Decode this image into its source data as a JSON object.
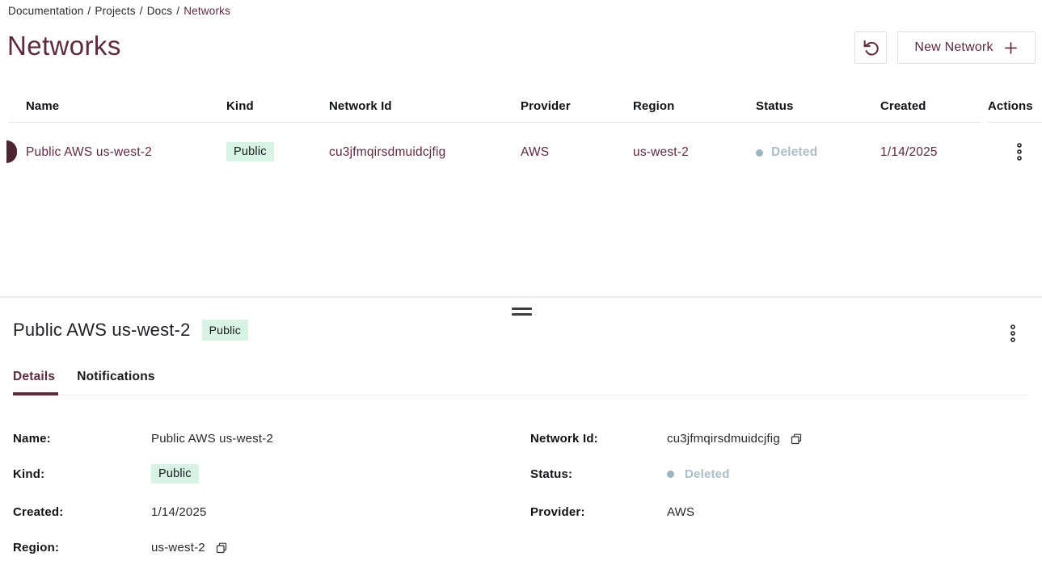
{
  "colors": {
    "accent_maroon": "#5c2a41",
    "row_marker": "#4c2434",
    "badge_bg": "#d8f3e4",
    "badge_text": "#15191e",
    "status_deleted": "#a9bec9",
    "status_dot": "#9cb3c1",
    "border_light": "#d8dee4",
    "table_line": "#e2e7ec",
    "text_dark": "#17191c"
  },
  "breadcrumb": {
    "separator": "/",
    "items": [
      "Documentation",
      "Projects",
      "Docs"
    ],
    "current": "Networks"
  },
  "header": {
    "title": "Networks",
    "new_network_label": "New Network"
  },
  "table": {
    "columns": [
      "Name",
      "Kind",
      "Network Id",
      "Provider",
      "Region",
      "Status",
      "Created",
      "Actions"
    ],
    "rows": [
      {
        "name": "Public AWS us-west-2",
        "kind": "Public",
        "network_id": "cu3jfmqirsdmuidcjfig",
        "provider": "AWS",
        "region": "us-west-2",
        "status": "Deleted",
        "created": "1/14/2025"
      }
    ]
  },
  "panel": {
    "title": "Public AWS us-west-2",
    "badge": "Public",
    "tabs": {
      "details": "Details",
      "notifications": "Notifications"
    },
    "details": {
      "left": [
        {
          "label": "Name:",
          "value": "Public AWS us-west-2"
        },
        {
          "label": "Kind:",
          "value": "Public"
        },
        {
          "label": "Created:",
          "value": "1/14/2025"
        },
        {
          "label": "Region:",
          "value": "us-west-2"
        }
      ],
      "right": [
        {
          "label": "Network Id:",
          "value": "cu3jfmqirsdmuidcjfig"
        },
        {
          "label": "Status:",
          "value": "Deleted"
        },
        {
          "label": "Provider:",
          "value": "AWS"
        }
      ]
    }
  }
}
